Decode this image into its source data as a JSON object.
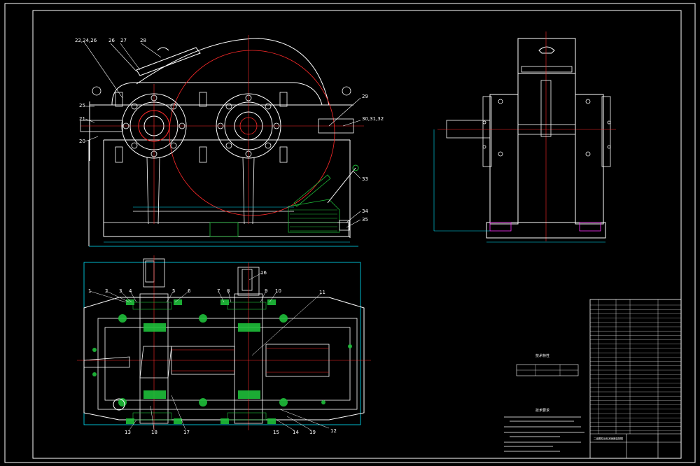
{
  "colors": {
    "background": "#000000",
    "outline": "#ffffff",
    "centerline": "#ff2a2a",
    "dimension": "#00e5ff",
    "part": "#ffffff",
    "gear_fill": "#1fbf3a",
    "hatch": "#ff33ff",
    "oil": "#1fbf3a"
  },
  "front_view": {
    "callouts_left": [
      "22,24,26",
      "26",
      "27",
      "28",
      "25",
      "21",
      "20"
    ],
    "callouts_right": [
      "29",
      "30,31,32",
      "33",
      "34",
      "35"
    ]
  },
  "top_view": {
    "callouts_top": [
      "1",
      "2",
      "3",
      "4",
      "5",
      "6",
      "7",
      "8",
      "9",
      "10",
      "11",
      "16"
    ],
    "callouts_bottom": [
      "12",
      "13",
      "14",
      "15",
      "17",
      "18",
      "19"
    ]
  },
  "tech_specs_title": "技术特性",
  "tech_notes_title": "技术要求",
  "title_block": {
    "drawing_name": "二级圆柱齿轮减速器装配图"
  }
}
